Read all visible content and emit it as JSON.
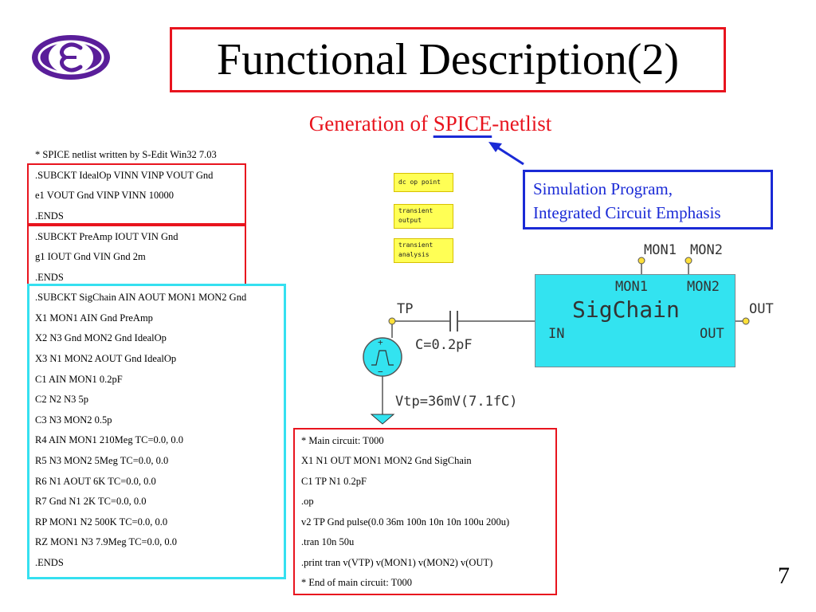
{
  "slide": {
    "title": "Functional Description(2)",
    "subtitle_prefix": "Generation of ",
    "subtitle_highlight": "SPICE",
    "subtitle_suffix": "-netlist",
    "definition_line1": "Simulation Program,",
    "definition_line2": "Integrated Circuit Emphasis",
    "page_number": "7"
  },
  "netlist": {
    "header": "* SPICE netlist written by S-Edit Win32 7.03",
    "idealop": [
      ".SUBCKT IdealOp VINN VINP VOUT Gnd",
      "e1 VOUT Gnd VINP VINN 10000",
      ".ENDS"
    ],
    "preamp": [
      ".SUBCKT PreAmp IOUT VIN Gnd",
      "g1 IOUT Gnd VIN Gnd 2m",
      ".ENDS"
    ],
    "sigchain": [
      ".SUBCKT SigChain AIN AOUT MON1 MON2 Gnd",
      "X1 MON1 AIN Gnd PreAmp",
      "X2 N3 Gnd MON2 Gnd IdealOp",
      "X3 N1 MON2 AOUT Gnd IdealOp",
      "C1 AIN MON1 0.2pF",
      "C2 N2 N3 5p",
      "C3 N3 MON2 0.5p",
      "R4 AIN MON1 210Meg TC=0.0, 0.0",
      "R5 N3 MON2 5Meg TC=0.0, 0.0",
      "R6 N1 AOUT 6K TC=0.0, 0.0",
      "R7 Gnd N1 2K TC=0.0, 0.0",
      "RP MON1 N2 500K TC=0.0, 0.0",
      "RZ MON1 N3 7.9Meg TC=0.0, 0.0",
      ".ENDS"
    ],
    "main": [
      "* Main circuit: T000",
      "X1 N1 OUT MON1 MON2 Gnd SigChain",
      "C1 TP N1 0.2pF",
      ".op",
      "v2 TP Gnd pulse(0.0 36m 100n 10n 10n 100u 200u)",
      ".tran 10n 50u",
      ".print tran v(VTP) v(MON1) v(MON2) v(OUT)",
      "* End of main circuit: T000"
    ]
  },
  "buttons": {
    "dc_op": "dc op point",
    "transient_output_1": "transient",
    "transient_output_2": "output",
    "transient_analysis_1": "transient",
    "transient_analysis_2": "analysis"
  },
  "schematic": {
    "block_name": "SigChain",
    "mon1_top": "MON1",
    "mon2_top": "MON2",
    "mon1_in": "MON1",
    "mon2_in": "MON2",
    "in_label": "IN",
    "out_inner": "OUT",
    "out_outer": "OUT",
    "tp": "TP",
    "cap": "C=0.2pF",
    "vtp": "Vtp=36mV(7.1fC)",
    "plus": "+",
    "minus": "−"
  },
  "colors": {
    "red": "#e8141e",
    "blue": "#1a2ad6",
    "cyan": "#35e0f0",
    "block": "#33e3f0",
    "yellow": "#ffff55"
  }
}
